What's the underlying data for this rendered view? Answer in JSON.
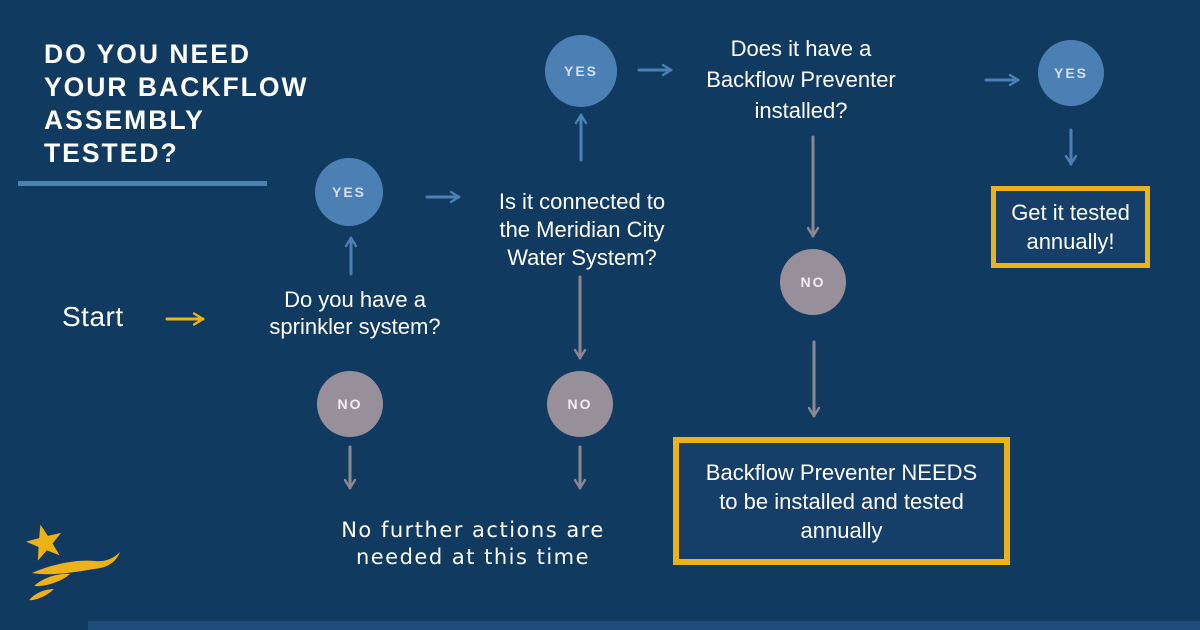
{
  "colors": {
    "background": "#113A60",
    "accent_blue": "#4C80B4",
    "accent_gold": "#ECB218",
    "gray": "#97909B",
    "arrow_gray": "#8D8793",
    "box_fill": "#153F68",
    "white": "#FFFFFF",
    "yes_text": "#D3DFEB",
    "no_text": "#F1EEF2",
    "bottom_bar": "#1F4C7A"
  },
  "title": {
    "lines": [
      "DO YOU NEED",
      "YOUR BACKFLOW",
      "ASSEMBLY",
      "TESTED?"
    ]
  },
  "start": {
    "label": "Start"
  },
  "questions": {
    "sprinkler": {
      "lines": [
        "Do you have a",
        "sprinkler system?"
      ]
    },
    "connected": {
      "lines": [
        "Is it connected to",
        "the Meridian City",
        "Water System?"
      ]
    },
    "preventer": {
      "lines": [
        "Does it have a",
        "Backflow Preventer",
        "installed?"
      ]
    }
  },
  "decisions": {
    "yes": "YES",
    "no": "NO"
  },
  "outcomes": {
    "no_action": {
      "lines": [
        "No further actions are",
        "needed at this time"
      ]
    },
    "test_annually": {
      "lines": [
        "Get it tested",
        "annually!"
      ]
    },
    "install_test": {
      "lines": [
        "Backflow Preventer NEEDS",
        "to be installed and tested",
        "annually"
      ]
    }
  },
  "logo": {
    "name": "meridian-star-logo"
  }
}
